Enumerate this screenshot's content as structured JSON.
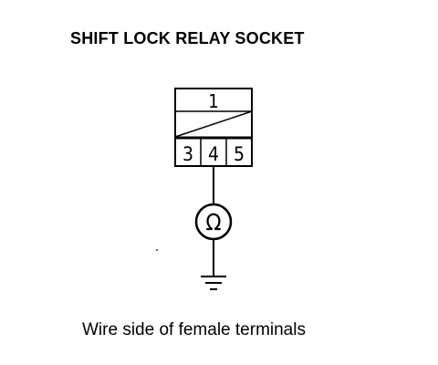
{
  "title": "SHIFT LOCK RELAY SOCKET",
  "caption": "Wire side of female terminals",
  "connector": {
    "top_terminal": "1",
    "bottom_terminals": [
      "3",
      "4",
      "5"
    ]
  },
  "meter": {
    "symbol": "Ω",
    "icon": "ohmmeter-icon"
  },
  "ground": {
    "icon": "ground-symbol-icon"
  },
  "colors": {
    "ink": "#000000",
    "background": "#ffffff"
  }
}
